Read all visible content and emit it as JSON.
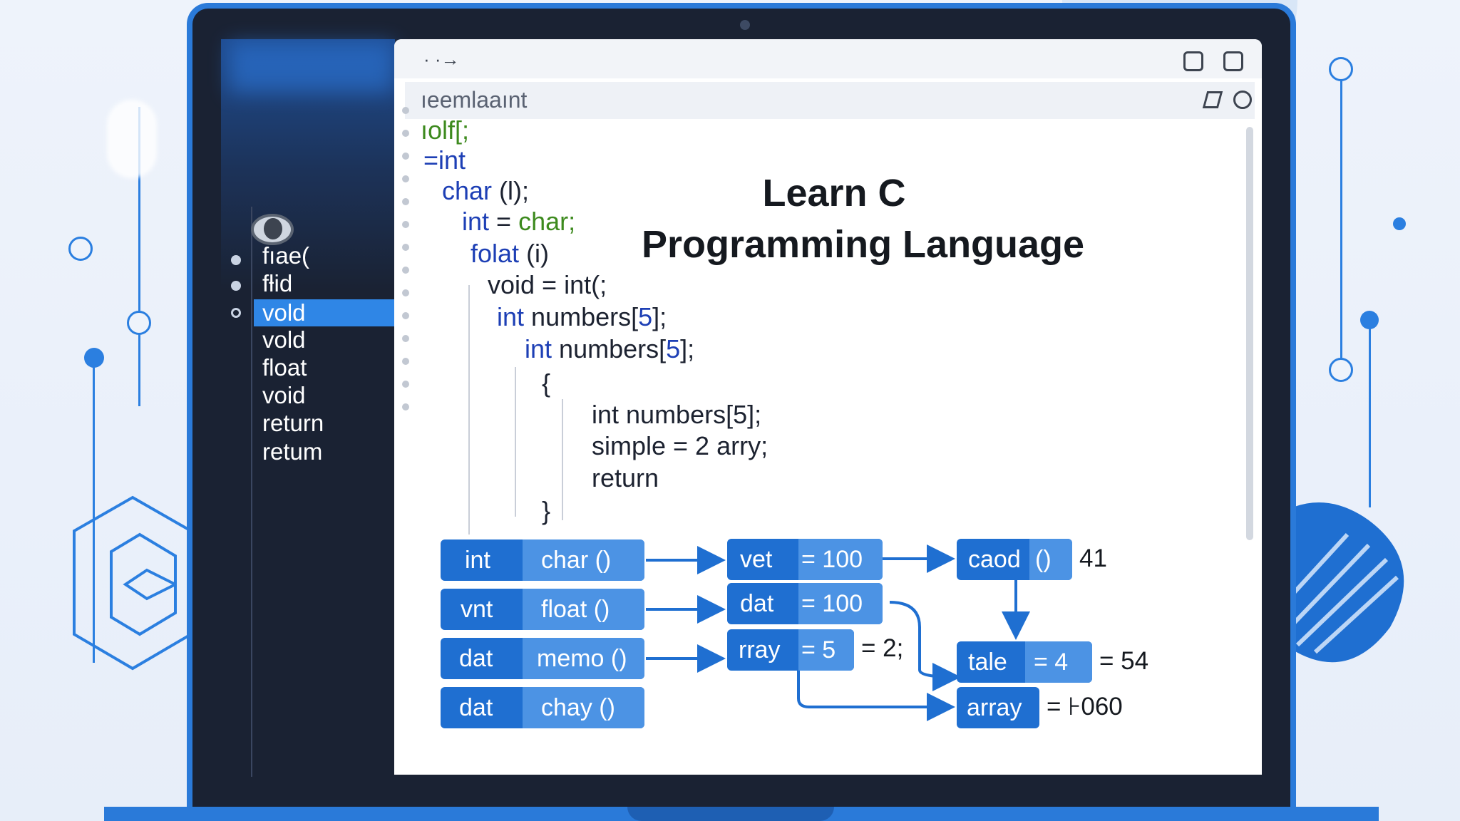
{
  "editor": {
    "nav_arrows": "· ·→",
    "tab_label": "ıeemlaaınt",
    "code_lines": [
      "ıolf[;",
      "=int",
      "char",
      "(l);",
      "int",
      "= ",
      "char;",
      "folat",
      "(i)",
      "void = int(;",
      "int",
      "numbers[",
      "5",
      "];",
      "int",
      "numbers[",
      "5",
      "];",
      "{",
      "int numbers[5];",
      "simple = 2 arry;",
      "return",
      "}"
    ]
  },
  "sidebar": {
    "items": [
      {
        "label": "fıae("
      },
      {
        "label": "fƚid"
      },
      {
        "label": "vold"
      },
      {
        "label": "vold"
      },
      {
        "label": "float"
      },
      {
        "label": "void"
      },
      {
        "label": "return"
      },
      {
        "label": "retum"
      }
    ]
  },
  "title": {
    "line1": "Learn C",
    "line2": "Programming Language"
  },
  "diagram": {
    "left_rows": [
      {
        "type": "int",
        "func": "char ()"
      },
      {
        "type": "vnt",
        "func": "float ()"
      },
      {
        "type": "dat",
        "func": "memo ()"
      },
      {
        "type": "dat",
        "func": "chay ()"
      }
    ],
    "mid_rows": [
      {
        "name": "vet",
        "value": "= 100"
      },
      {
        "name": "dat",
        "value": "= 100"
      },
      {
        "name": "rray",
        "value": "= 5"
      }
    ],
    "mid_annot": "= 2;",
    "right_top": {
      "name": "caod",
      "value": "()",
      "annot": "41"
    },
    "right_rows": [
      {
        "name": "tale",
        "value": "= 4",
        "annot": "= 54"
      },
      {
        "name": "array",
        "value": "",
        "annot": "= ⊦060"
      }
    ]
  },
  "colors": {
    "accent": "#1f6fd1",
    "accent_light": "#4c93e4",
    "bezel": "#1a2233",
    "sidebar_active": "#2f86e6"
  }
}
